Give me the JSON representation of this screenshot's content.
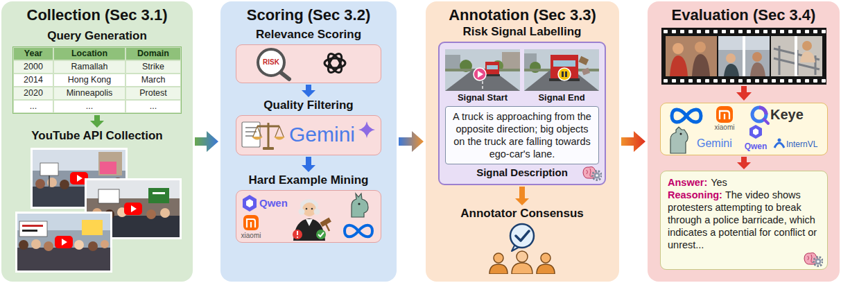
{
  "diagram": {
    "nodes": [
      {
        "text": [
          "Collection (Sec 3.1)"
        ]
      },
      {
        "text": [
          "Query Generation"
        ],
        "in": 0
      },
      {
        "text": [
          "YouTube API Collection"
        ],
        "in": 0
      },
      {
        "text": [
          "Scoring (Sec 3.2)"
        ]
      },
      {
        "text": [
          "Relevance Scoring",
          "RISK"
        ],
        "in": 3
      },
      {
        "text": [
          "Quality Filtering",
          "Gemini"
        ],
        "in": 3
      },
      {
        "text": [
          "Hard Example Mining",
          "Qwen",
          "xiaomi"
        ],
        "in": 3
      },
      {
        "text": [
          "Annotation (Sec 3.3)"
        ]
      },
      {
        "text": [
          "Risk Signal Labelling",
          "Signal Start",
          "Signal End"
        ],
        "in": 7
      },
      {
        "text": [
          "A truck is approaching from the opposite direction; big objects on the truck are falling towards ego-car's lane.",
          "Signal Description"
        ],
        "in": 8
      },
      {
        "text": [
          "Annotator Consensus"
        ],
        "in": 7
      },
      {
        "text": [
          "Evaluation (Sec 3.4)"
        ]
      },
      {
        "text": [
          "xiaomi",
          "Keye",
          "Gemini",
          "Qwen",
          "InternVL"
        ],
        "in": 11
      },
      {
        "text": [
          "Answer:",
          "Yes",
          "Reasoning:",
          "The video shows protesters attempting to break through a police barricade, which indicates a potential for conflict or unrest..."
        ],
        "in": 11
      }
    ],
    "edges": [
      {
        "from": 0,
        "to": 3,
        "arrow": "to"
      },
      {
        "from": 1,
        "to": 2,
        "arrow": "to"
      },
      {
        "from": 3,
        "to": 7,
        "arrow": "to"
      },
      {
        "from": 4,
        "to": 5,
        "arrow": "to"
      },
      {
        "from": 5,
        "to": 6,
        "arrow": "to"
      },
      {
        "from": 7,
        "to": 11,
        "arrow": "to"
      },
      {
        "from": 8,
        "to": 10,
        "arrow": "to"
      },
      {
        "from": 12,
        "to": 13,
        "arrow": "to"
      }
    ],
    "labels": [
      "Year",
      "Location",
      "Domain",
      "2000",
      "Ramallah",
      "Strike",
      "2014",
      "Hong Kong",
      "March",
      "2020",
      "Minneapolis",
      "Protest",
      "...",
      "...",
      "..."
    ]
  }
}
